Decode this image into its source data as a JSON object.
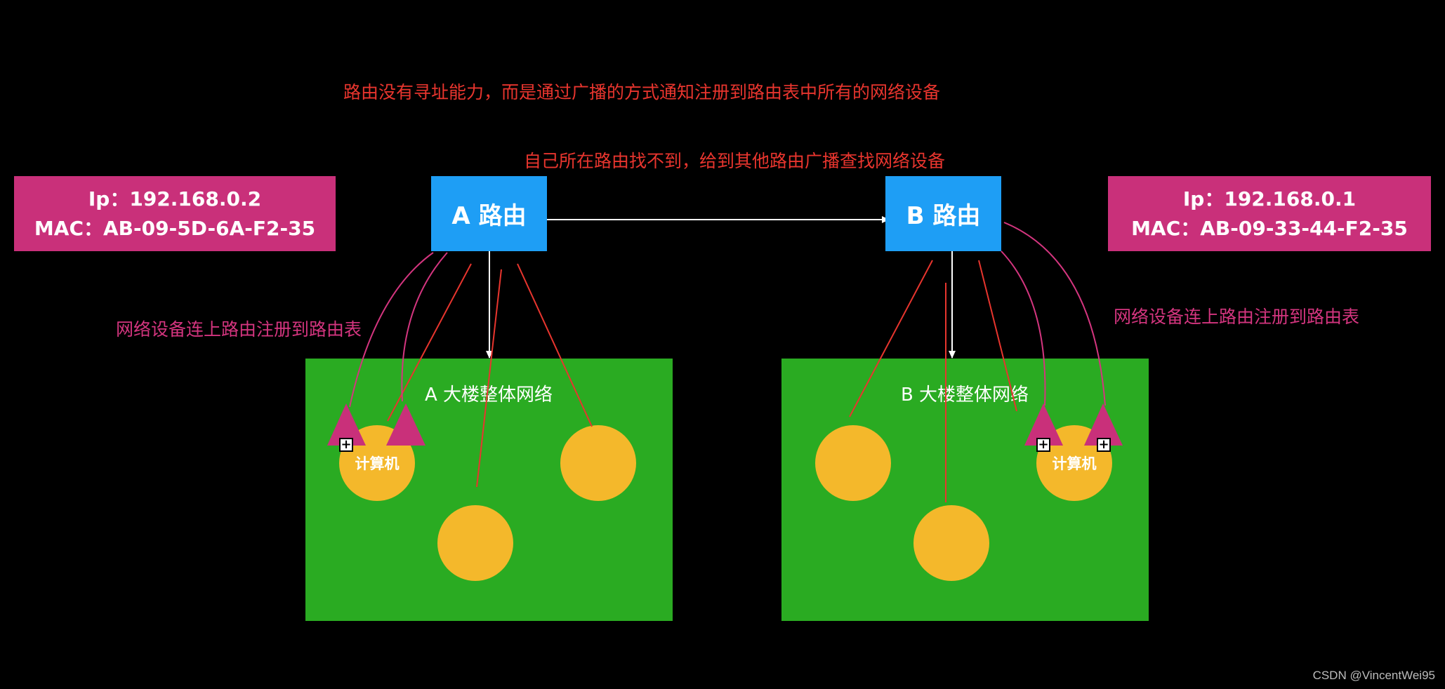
{
  "captions": {
    "top": "路由没有寻址能力，而是通过广播的方式通知注册到路由表中所有的网络设备",
    "second": "自己所在路由找不到，给到其他路由广播查找网络设备"
  },
  "device_a": {
    "ip": "Ip：192.168.0.2",
    "mac": "MAC：AB-09-5D-6A-F2-35"
  },
  "device_b": {
    "ip": "Ip：192.168.0.1",
    "mac": "MAC：AB-09-33-44-F2-35"
  },
  "router_a": {
    "label": "A 路由"
  },
  "router_b": {
    "label": "B 路由"
  },
  "notes": {
    "left": "网络设备连上路由注册到路由表",
    "right": "网络设备连上路由注册到路由表"
  },
  "building_a": {
    "title": "A 大楼整体网络",
    "computer_label": "计算机"
  },
  "building_b": {
    "title": "B 大楼整体网络",
    "computer_label": "计算机"
  },
  "colors": {
    "background": "#000000",
    "router": "#1e9ef5",
    "info_box": "#c9307a",
    "building": "#2aab22",
    "computer": "#f4b82b",
    "device": "#c9307a",
    "caption_text": "#e8352e",
    "note_text": "#d4357f",
    "broadcast_line": "#e8352e",
    "register_line": "#d4357f",
    "link_line": "#ffffff"
  },
  "watermark": "CSDN @VincentWei95"
}
